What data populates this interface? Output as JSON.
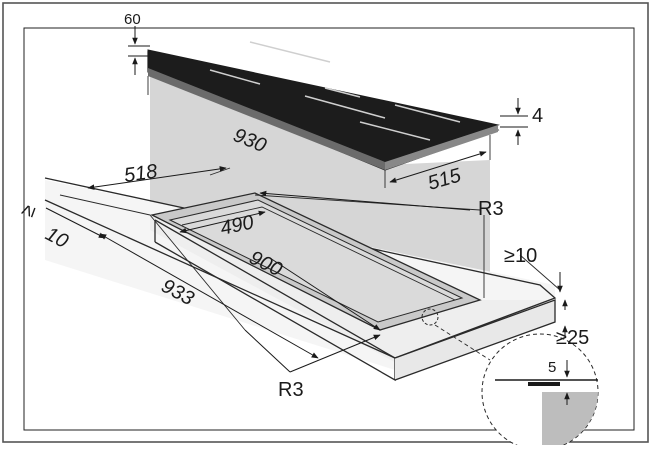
{
  "diagram": {
    "labels": {
      "top_gap": "60",
      "glass_thickness": "4",
      "hob_length": "930",
      "hob_depth": "515",
      "cutout_depth": "518",
      "cutout_depth_inner": "490",
      "cutout_length": "900",
      "worktop_length": "933",
      "front_clearance": "10",
      "front_clearance_sign": "≥",
      "rear_clearance": "≥10",
      "worktop_thickness": "≥25",
      "radius_top": "R3",
      "radius_bottom": "R3",
      "detail_dim": "5"
    },
    "colors": {
      "hob_glass": "#1c1c1c",
      "hob_edge": "#6b6b6b",
      "shadow": "#d3d3d3",
      "worktop_face": "#f4f4f4",
      "line": "#2a2a2a",
      "frame": "#555555"
    }
  }
}
